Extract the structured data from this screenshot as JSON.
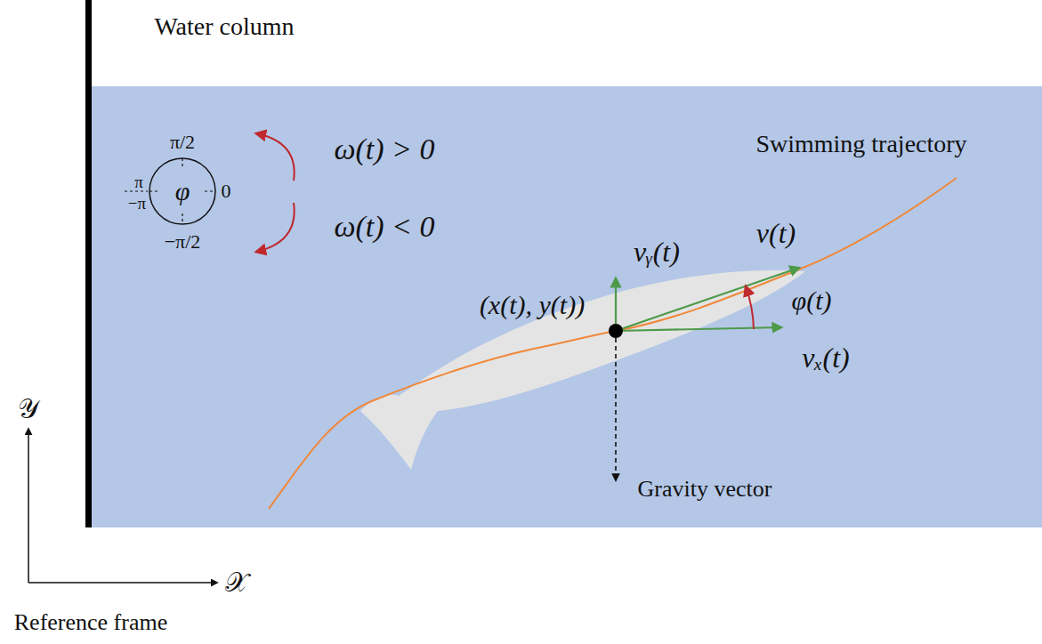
{
  "diagram": {
    "labels": [
      "Water column",
      "π/2",
      "π",
      "−π",
      "φ",
      "0",
      "−π/2",
      "ω(t) > 0",
      "ω(t) < 0",
      "Swimming trajectory",
      "vᵧ(t)",
      "v(t)",
      "(x(t), y(t))",
      "φ(t)",
      "vₓ(t)",
      "Gravity vector",
      "𝒴",
      "𝒳",
      "Reference frame"
    ]
  }
}
